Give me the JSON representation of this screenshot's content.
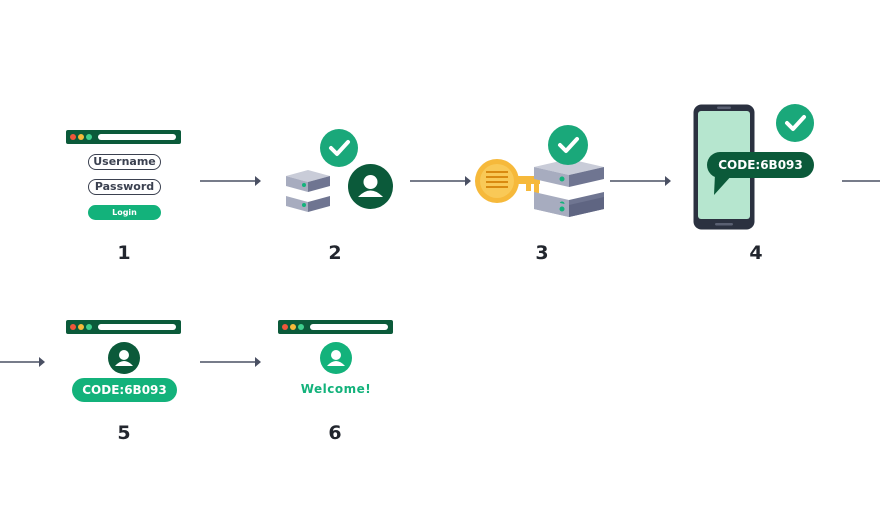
{
  "colors": {
    "dark_green": "#0b5a3a",
    "accent_green": "#13b27b",
    "check_green": "#1aa87a",
    "server_grey": "#8d93a8",
    "key_gold": "#f6b93b",
    "arrow": "#4a5063"
  },
  "steps": [
    {
      "number": "1",
      "fields": [
        "Username",
        "Password"
      ],
      "button": "Login"
    },
    {
      "number": "2"
    },
    {
      "number": "3"
    },
    {
      "number": "4",
      "code": "CODE:6B093"
    },
    {
      "number": "5",
      "code": "CODE:6B093"
    },
    {
      "number": "6",
      "message": "Welcome!"
    }
  ]
}
